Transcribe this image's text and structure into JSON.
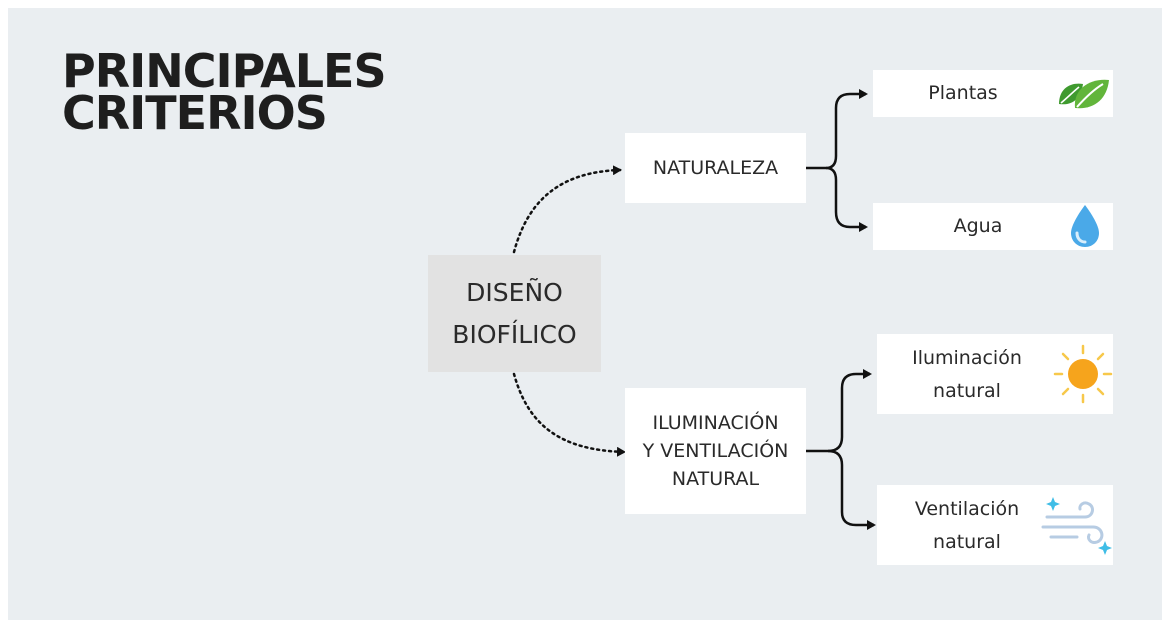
{
  "title": {
    "line1": "PRINCIPALES",
    "line2": "CRITERIOS"
  },
  "center": {
    "line1": "DISEÑO",
    "line2": "BIOFÍLICO"
  },
  "branches": [
    {
      "label_lines": [
        "NATURALEZA"
      ],
      "leaves": [
        {
          "label_lines": [
            "Plantas"
          ],
          "icon": "leaf-icon"
        },
        {
          "label_lines": [
            "Agua"
          ],
          "icon": "water-drop-icon"
        }
      ]
    },
    {
      "label_lines": [
        "ILUMINACIÓN",
        "Y VENTILACIÓN",
        "NATURAL"
      ],
      "leaves": [
        {
          "label_lines": [
            "Iluminación",
            "natural"
          ],
          "icon": "sun-icon"
        },
        {
          "label_lines": [
            "Ventilación",
            "natural"
          ],
          "icon": "wind-icon"
        }
      ]
    }
  ],
  "colors": {
    "background": "#eaeef1",
    "leaf_green": "#62b53b",
    "water_blue": "#4aa9e8",
    "sun_orange": "#f6a41c",
    "wind_blue": "#b7cce3"
  }
}
